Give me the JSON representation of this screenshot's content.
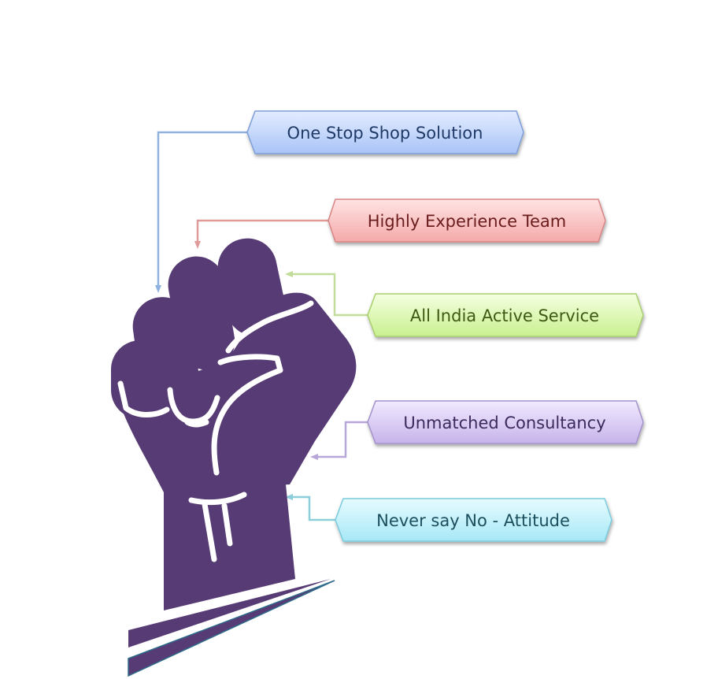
{
  "boxes": [
    {
      "id": "one-stop-shop",
      "label": "One Stop Shop Solution",
      "text_color": "#1f3a66",
      "fill_top": "#e3ecff",
      "fill_bottom": "#a9c4f7",
      "stroke": "#7e9fd8",
      "connector": "#8fb2e0"
    },
    {
      "id": "highly-experience",
      "label": "Highly Experience Team",
      "text_color": "#6b1c1c",
      "fill_top": "#ffe3e3",
      "fill_bottom": "#f4a9a9",
      "stroke": "#d88585",
      "connector": "#e09a9a"
    },
    {
      "id": "all-india",
      "label": "All India Active Service",
      "text_color": "#3e5a12",
      "fill_top": "#f4ffe0",
      "fill_bottom": "#c9f08f",
      "stroke": "#a9cf6e",
      "connector": "#c2dc9a"
    },
    {
      "id": "unmatched",
      "label": "Unmatched Consultancy",
      "text_color": "#3d2a5c",
      "fill_top": "#f1eaff",
      "fill_bottom": "#c6b3ea",
      "stroke": "#a592cc",
      "connector": "#b7a6d8"
    },
    {
      "id": "never-say-no",
      "label": "Never say No - Attitude",
      "text_color": "#1c4f5e",
      "fill_top": "#e6fbff",
      "fill_bottom": "#a6e8f6",
      "stroke": "#7ccbdc",
      "connector": "#8ccfdb"
    }
  ],
  "colors": {
    "fist": "#573b74",
    "stripe_outline": "#2e6b8a"
  },
  "icons": {
    "fist": "raised-fist-icon"
  }
}
